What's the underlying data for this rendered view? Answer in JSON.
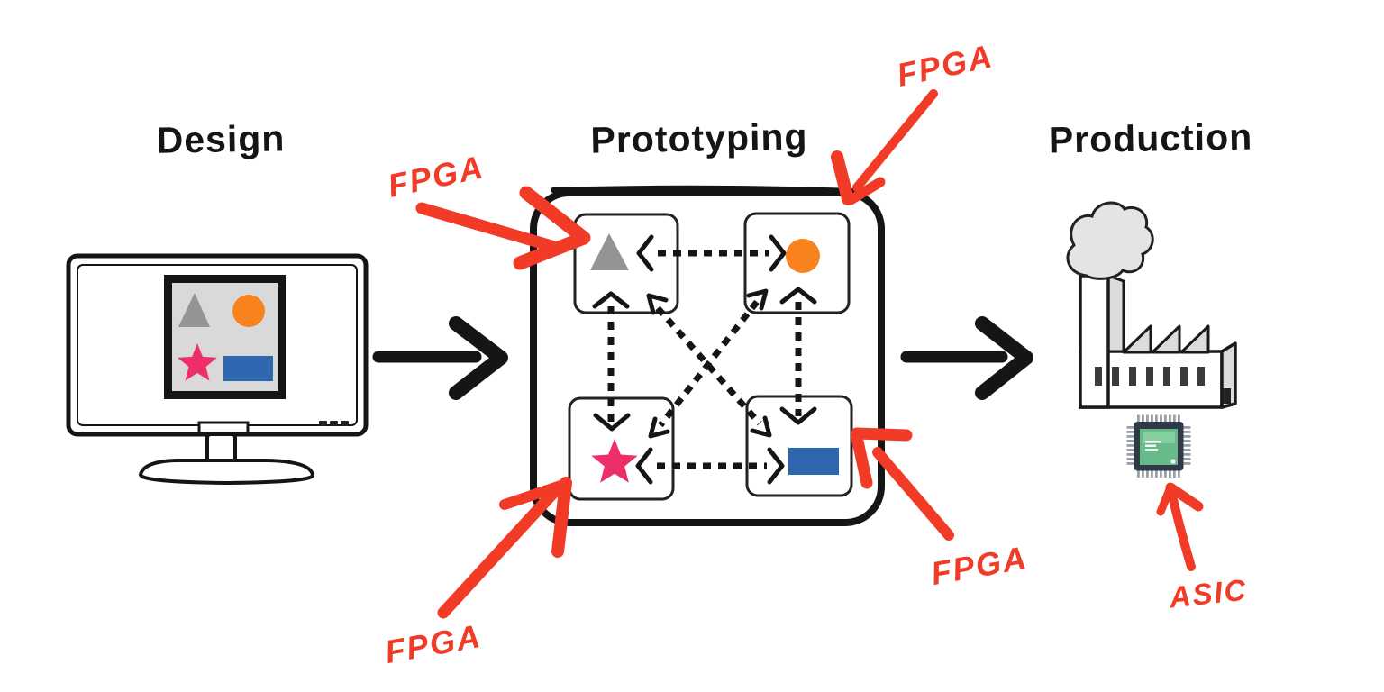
{
  "diagram": {
    "stages": [
      {
        "id": "design",
        "label": "Design"
      },
      {
        "id": "prototyping",
        "label": "Prototyping"
      },
      {
        "id": "production",
        "label": "Production"
      }
    ],
    "design_screen_shapes": [
      "gray-triangle",
      "orange-circle",
      "pink-star",
      "blue-rectangle"
    ],
    "prototyping_blocks": [
      "gray-triangle",
      "orange-circle",
      "pink-star",
      "blue-rectangle"
    ],
    "prototyping_links": [
      "triangle<->circle",
      "star<->rectangle",
      "triangle<->star",
      "circle<->rectangle",
      "triangle<->rectangle",
      "circle<->star"
    ],
    "annotations": {
      "fpga_left": {
        "label": "FPGA"
      },
      "fpga_top": {
        "label": "FPGA"
      },
      "fpga_bottom_left": {
        "label": "FPGA"
      },
      "fpga_bottom_right": {
        "label": "FPGA"
      },
      "asic": {
        "label": "ASIC"
      }
    },
    "colors": {
      "annotation_red": "#f23b26",
      "shape_gray": "#949494",
      "shape_orange": "#f8821c",
      "shape_pink": "#ee2e68",
      "shape_blue": "#2e66b0",
      "chip_body": "#2f3947",
      "chip_green": "#67bb8b",
      "chip_green_light": "#86cfa0",
      "chip_pin": "#9aa0a8",
      "ink": "#151515",
      "panel_gray": "#d9d9d9",
      "factory_gray": "#dcdcdc"
    }
  }
}
